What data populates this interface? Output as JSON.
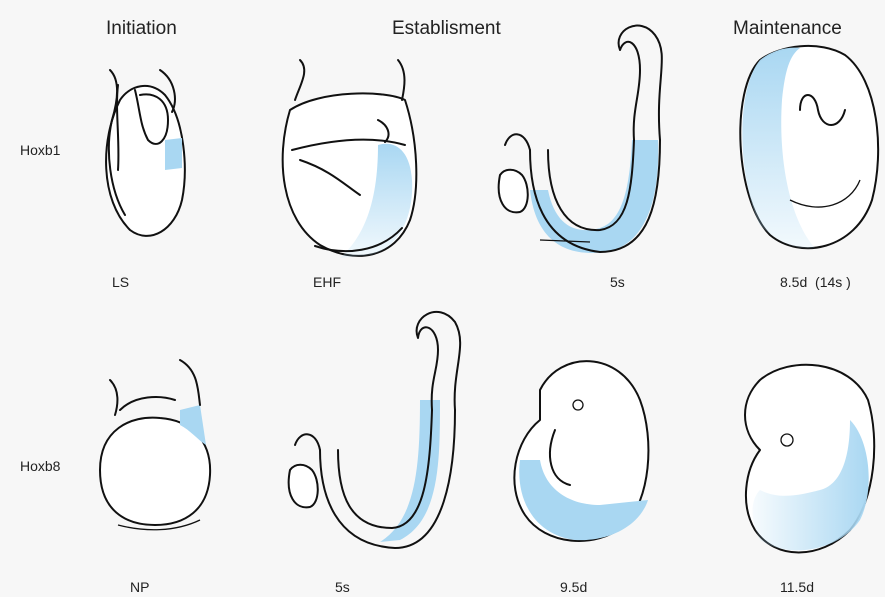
{
  "headers": {
    "initiation": "Initiation",
    "establishment": "Establisment",
    "maintenance": "Maintenance"
  },
  "genes": {
    "row1": "Hoxb1",
    "row2": "Hoxb8"
  },
  "row1_labels": [
    "LS",
    "EHF",
    "5s",
    "8.5d  (14s )"
  ],
  "row2_labels": [
    "NP",
    "5s",
    "9.5d",
    "11.5d"
  ],
  "colors": {
    "expression": "#a9d7f2",
    "outline": "#111111",
    "background": "#f7f7f7"
  }
}
